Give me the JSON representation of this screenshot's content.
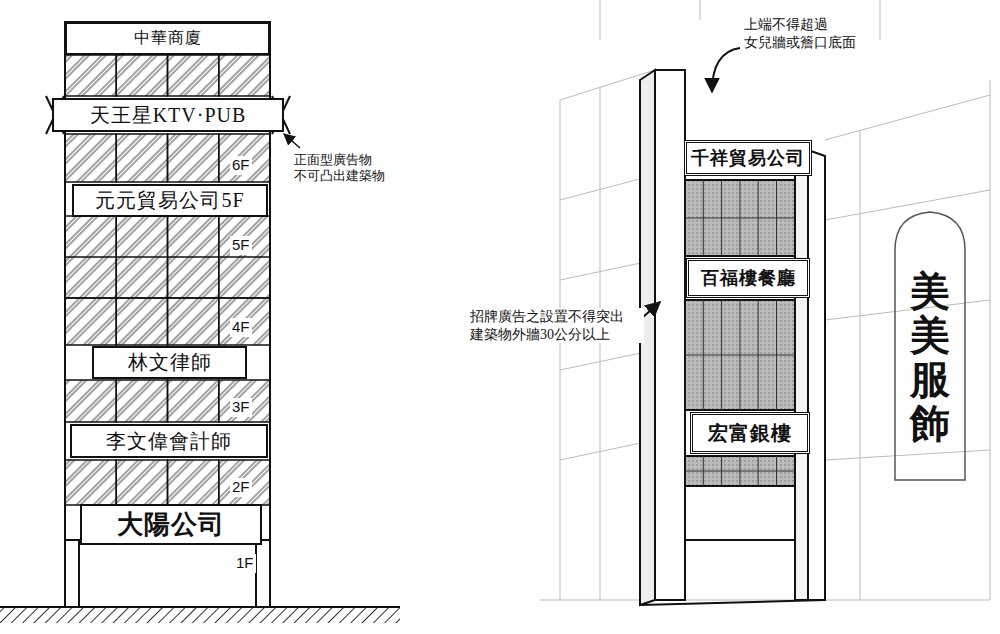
{
  "diagram": {
    "nodes": [
      {
        "text": [
          "中華商廈"
        ]
      },
      {
        "text": [
          "天王星KTV·PUB"
        ]
      },
      {
        "text": [
          "元元貿易公司5F"
        ]
      },
      {
        "text": [
          "林文律師"
        ]
      },
      {
        "text": [
          "李文偉會計師"
        ]
      },
      {
        "text": [
          "大陽公司"
        ]
      },
      {
        "text": [
          "千祥貿易公司"
        ]
      },
      {
        "text": [
          "百福樓餐廳"
        ]
      },
      {
        "text": [
          "宏富銀樓"
        ]
      },
      {
        "text": [
          "美美服飾"
        ]
      }
    ],
    "labels": [
      "6F",
      "5F",
      "4F",
      "3F",
      "2F",
      "1F",
      "正面型廣告物 不可凸出建築物",
      "上端不得超過 女兒牆或簷口底面",
      "招牌廣告之設置不得突出 建築物外牆30公分以上"
    ]
  }
}
